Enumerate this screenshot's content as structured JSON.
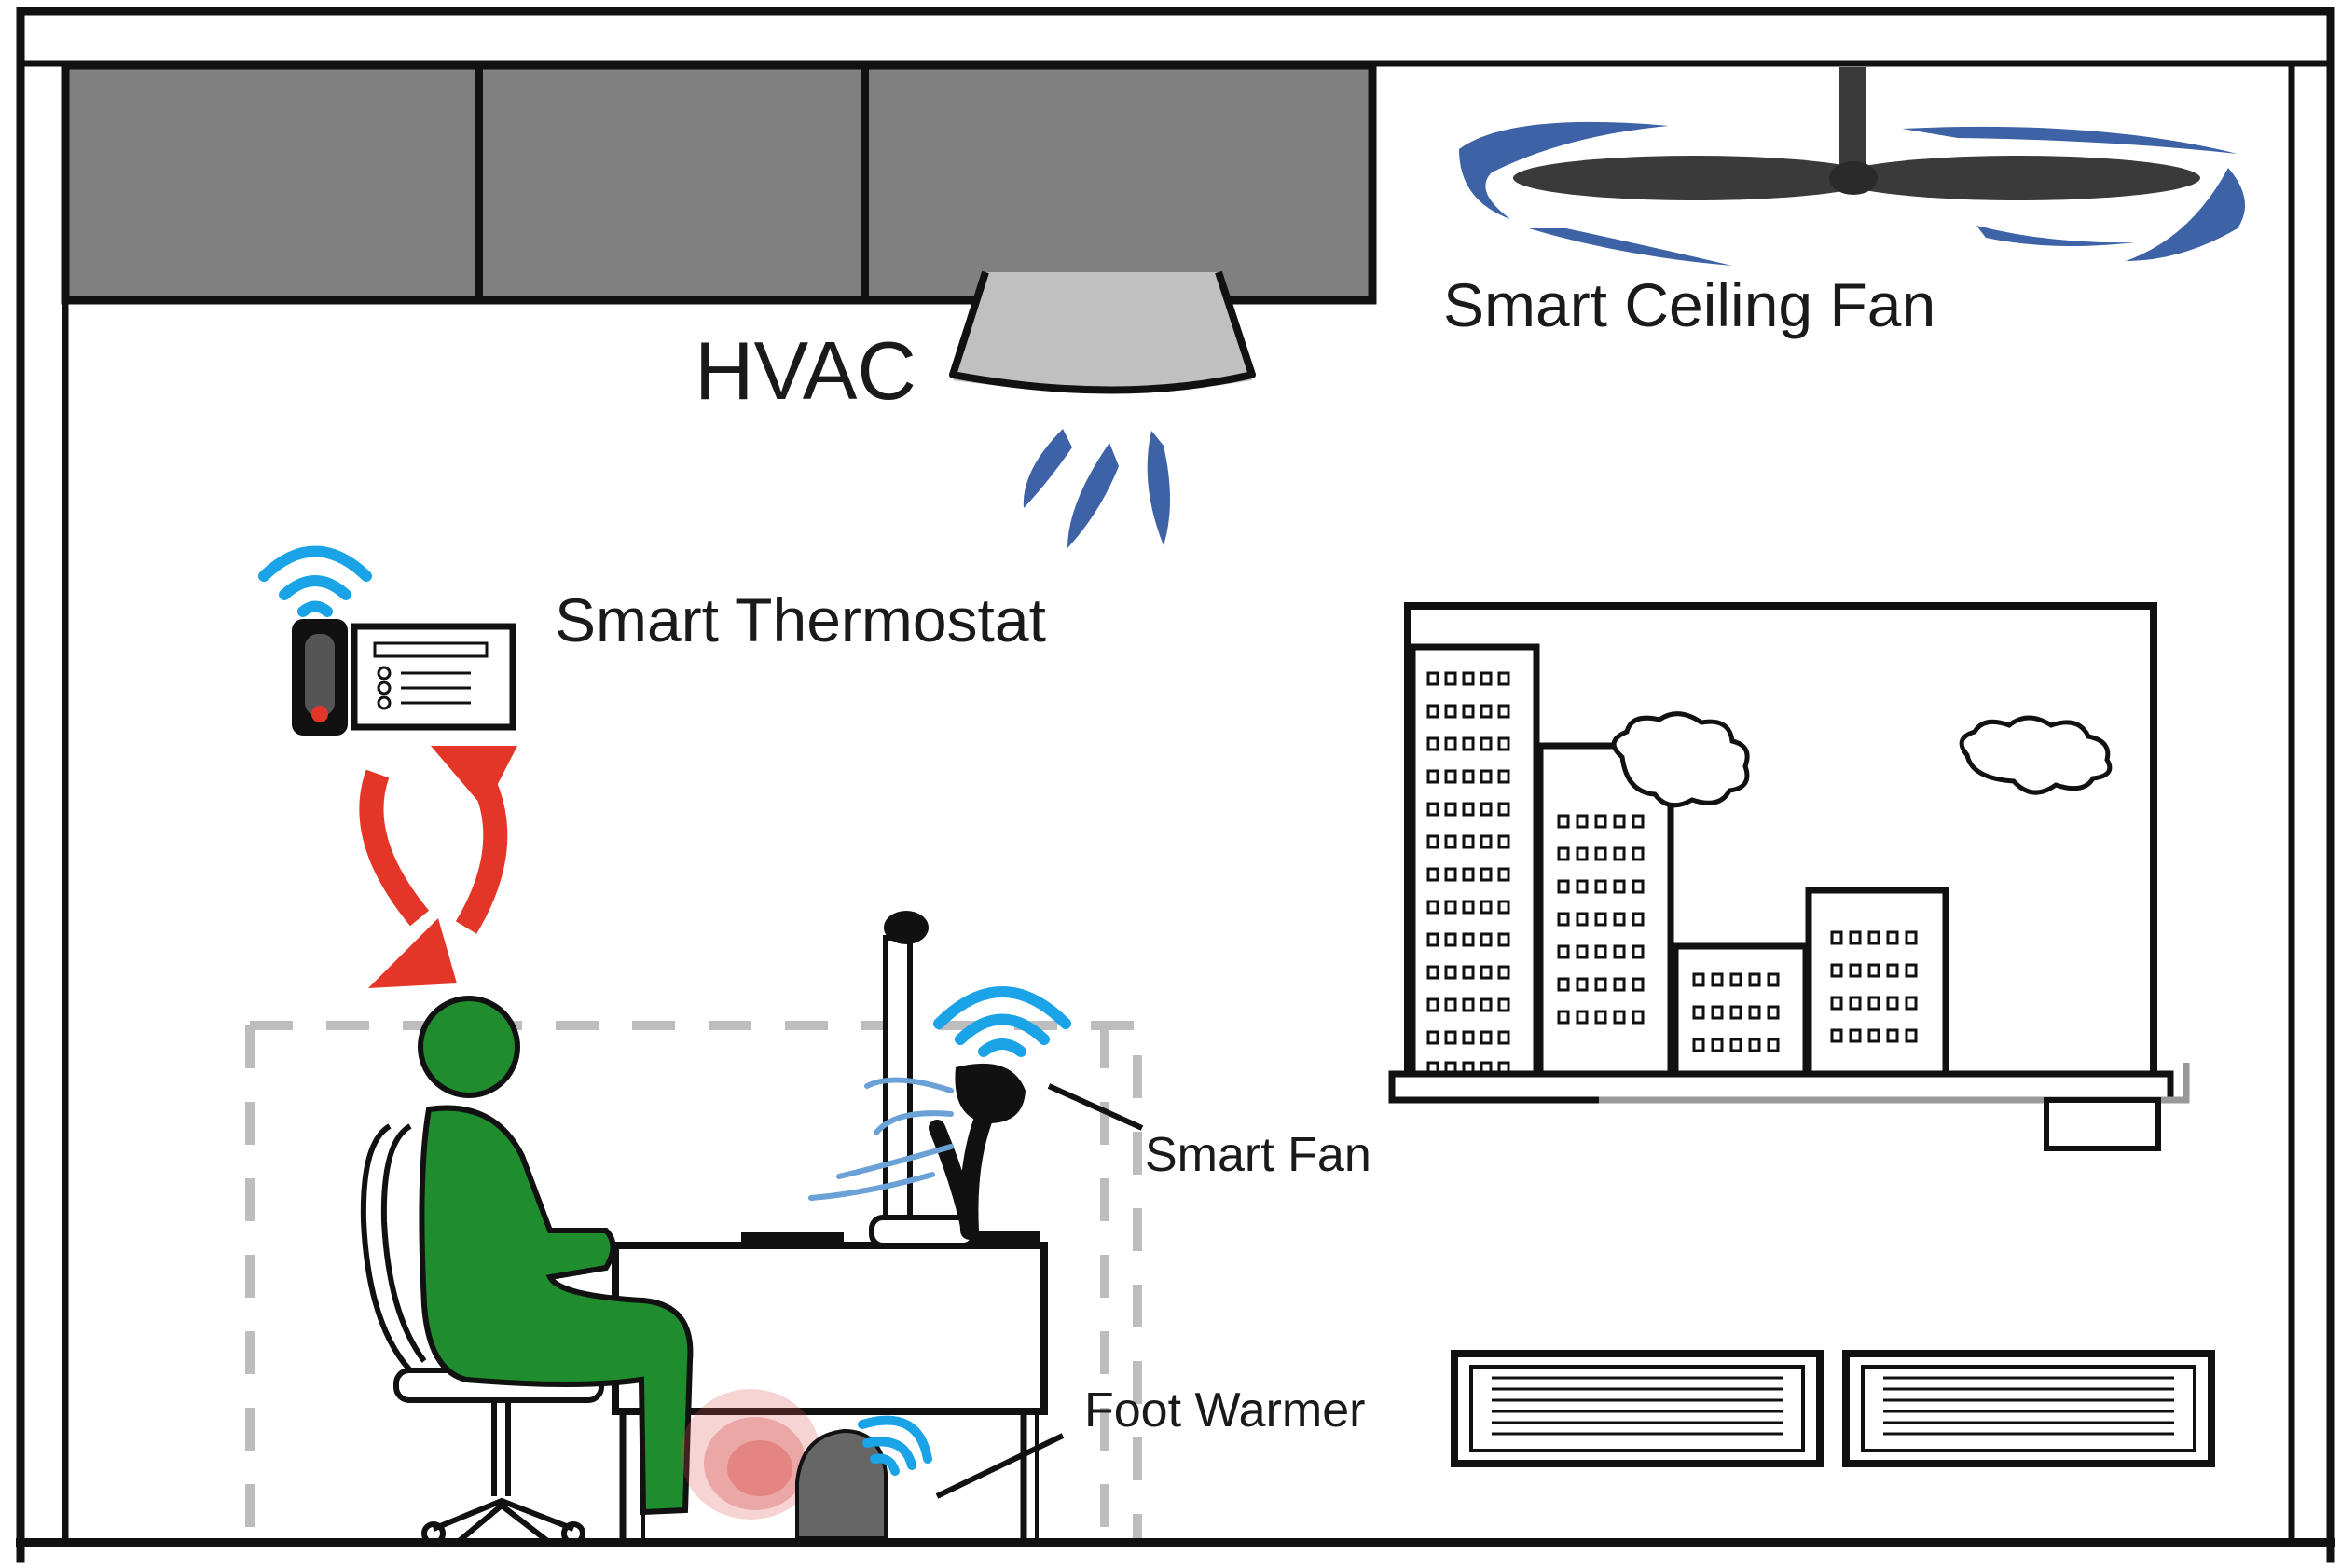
{
  "labels": {
    "hvac": "HVAC",
    "smart_ceiling_fan": "Smart Ceiling Fan",
    "smart_thermostat": "Smart Thermostat",
    "smart_fan": "Smart Fan",
    "foot_warmer": "Foot Warmer"
  },
  "icons": {
    "wifi": "wifi-icon",
    "sync_arrows": "sync-arrows-icon",
    "person": "person-icon"
  },
  "colors": {
    "outline": "#111111",
    "duct": "#808080",
    "diffuser": "#c0c0c0",
    "air_flow": "#3d62a6",
    "wifi": "#1aa3e6",
    "person": "#1f8c2e",
    "sync_arrows": "#e33629",
    "heat": "#d9534f",
    "boundary_dashes": "#bdbdbd"
  }
}
